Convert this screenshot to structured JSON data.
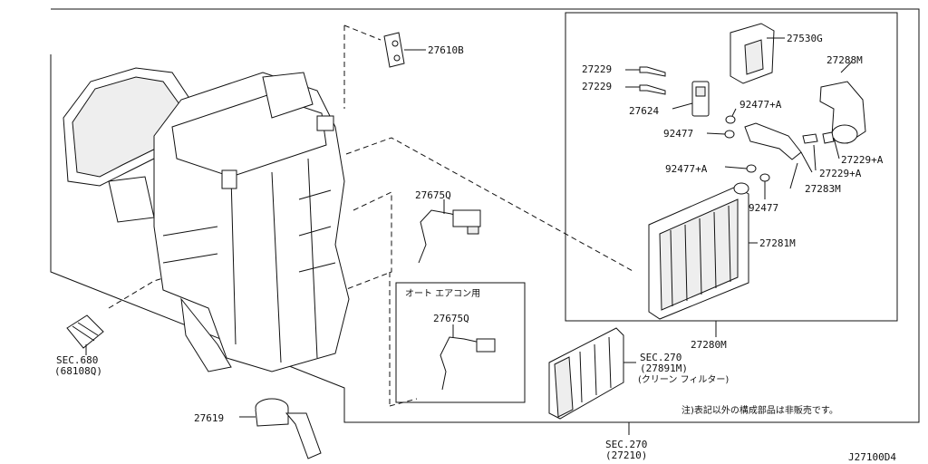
{
  "labels": {
    "p27610B": "27610B",
    "p27530G": "27530G",
    "p27288M": "27288M",
    "p27229a": "27229",
    "p27229b": "27229",
    "p27624": "27624",
    "p92477A_1": "92477+A",
    "p92477_1": "92477",
    "p27229A_1": "27229+A",
    "p27229A_2": "27229+A",
    "p92477A_2": "92477+A",
    "p27283M": "27283M",
    "p92477_2": "92477",
    "p27281M": "27281M",
    "p27675Q_1": "27675Q",
    "p27675Q_2": "27675Q",
    "auto_ac": "オート エアコン用",
    "p27280M": "27280M",
    "sec270a": "SEC.270",
    "sec270a_part": "(27891M)",
    "sec270a_desc": "(クリーン フィルター)",
    "sec680": "SEC.680",
    "sec680_part": "(68108Q)",
    "p27619": "27619",
    "note": "注)表記以外の構成部品は非販売です。",
    "sec270b": "SEC.270",
    "sec270b_part": "(27210)",
    "diagram_id": "J27100D4"
  }
}
